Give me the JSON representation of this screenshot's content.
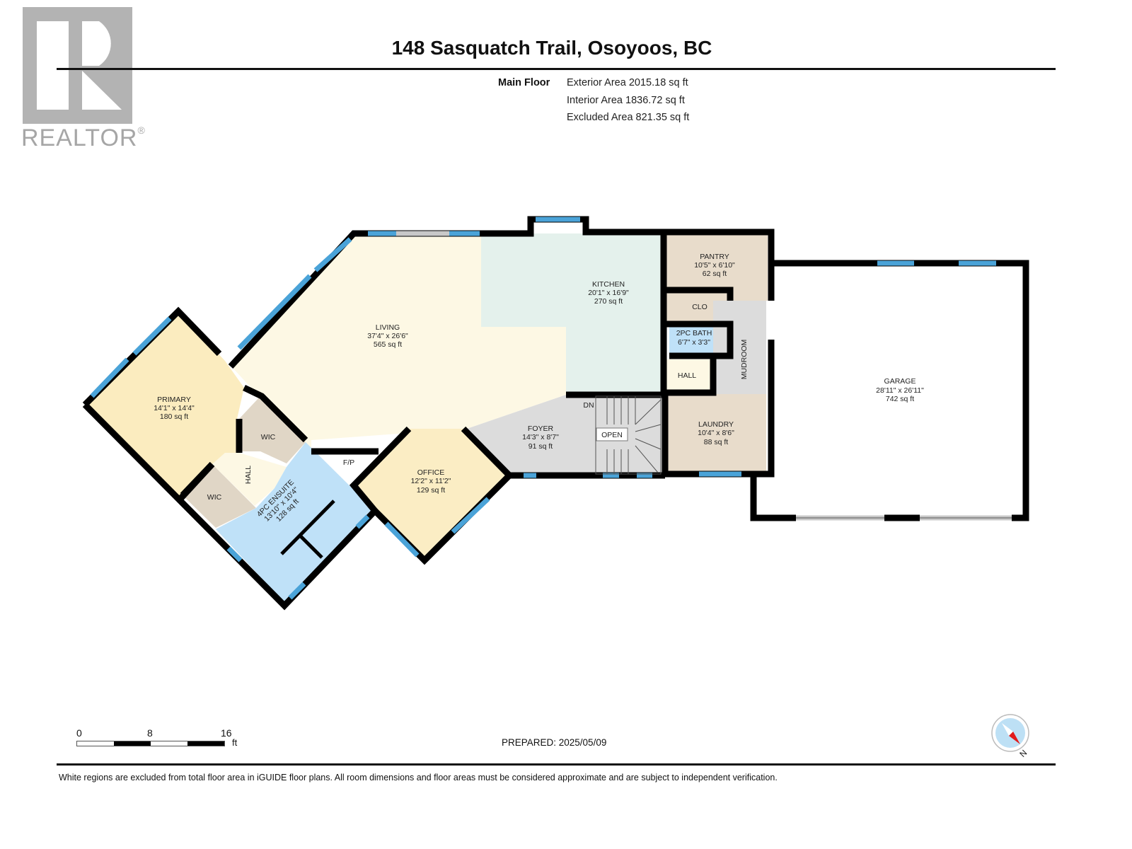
{
  "logo": {
    "text": "REALTOR",
    "mark": "®"
  },
  "header": {
    "title": "148 Sasquatch Trail, Osoyoos, BC",
    "floor_label": "Main Floor",
    "areas": [
      "Exterior Area 2015.18 sq ft",
      "Interior Area 1836.72 sq ft",
      "Excluded Area 821.35 sq ft"
    ]
  },
  "rooms": {
    "living": {
      "name": "LIVING",
      "dims": "37'4\" x 26'6\"",
      "area": "565 sq ft"
    },
    "kitchen": {
      "name": "KITCHEN",
      "dims": "20'1\" x 16'9\"",
      "area": "270 sq ft"
    },
    "pantry": {
      "name": "PANTRY",
      "dims": "10'5\" x 6'10\"",
      "area": "62 sq ft"
    },
    "clo": {
      "name": "CLO"
    },
    "bath2pc": {
      "name": "2PC BATH",
      "dims": "6'7\" x 3'3\""
    },
    "hall_east": {
      "name": "HALL"
    },
    "mudroom": {
      "name": "MUDROOM"
    },
    "garage": {
      "name": "GARAGE",
      "dims": "28'11\" x 26'11\"",
      "area": "742 sq ft"
    },
    "laundry": {
      "name": "LAUNDRY",
      "dims": "10'4\" x 8'6\"",
      "area": "88 sq ft"
    },
    "foyer": {
      "name": "FOYER",
      "dims": "14'3\" x 8'7\"",
      "area": "91 sq ft"
    },
    "stairs": {
      "dn": "DN",
      "open": "OPEN"
    },
    "office": {
      "name": "OFFICE",
      "dims": "12'2\" x 11'2\"",
      "area": "129 sq ft"
    },
    "fp": {
      "name": "F/P"
    },
    "primary": {
      "name": "PRIMARY",
      "dims": "14'1\" x 14'4\"",
      "area": "180 sq ft"
    },
    "wic1": {
      "name": "WIC"
    },
    "wic2": {
      "name": "WIC"
    },
    "hall_west": {
      "name": "HALL"
    },
    "ensuite": {
      "name": "4PC ENSUITE",
      "dims": "13'10\" x 10'4\"",
      "area": "128 sq ft"
    }
  },
  "scale": {
    "ticks": [
      "0",
      "8",
      "16"
    ],
    "unit": "ft"
  },
  "footer": {
    "prepared": "PREPARED: 2025/05/09",
    "disclaimer": "White regions are excluded from total floor area in iGUIDE floor plans. All room dimensions and floor areas must be considered approximate and are subject to independent verification.",
    "compass_label": "N"
  },
  "colors": {
    "living": "#fdf8e4",
    "kitchen": "#e4f1ec",
    "beige": "#e8dccb",
    "primary": "#fbecbf",
    "office": "#fbedc4",
    "bath": "#bfe1f8",
    "foyer": "#dcdcdc",
    "window": "#4aa3d8",
    "wall": "#000000"
  }
}
